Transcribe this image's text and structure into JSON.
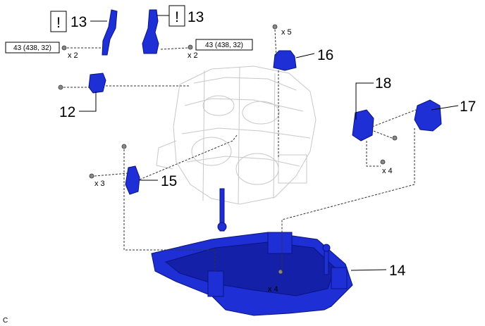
{
  "callouts": {
    "c13a": "13",
    "c13b": "13",
    "c16": "16",
    "c18": "18",
    "c17": "17",
    "c12": "12",
    "c15": "15",
    "c14": "14"
  },
  "notice_symbol": "!",
  "torque_spec": "43 (438, 32)",
  "quantities": {
    "q13a": "x 2",
    "q13b": "x 2",
    "q16": "x 5",
    "q15": "x 3",
    "q17": "x 4",
    "q14": "x 4"
  },
  "corner_label": "C",
  "colors": {
    "part_blue": "#1f2fd6",
    "engine_gray": "#c8c8c8"
  }
}
